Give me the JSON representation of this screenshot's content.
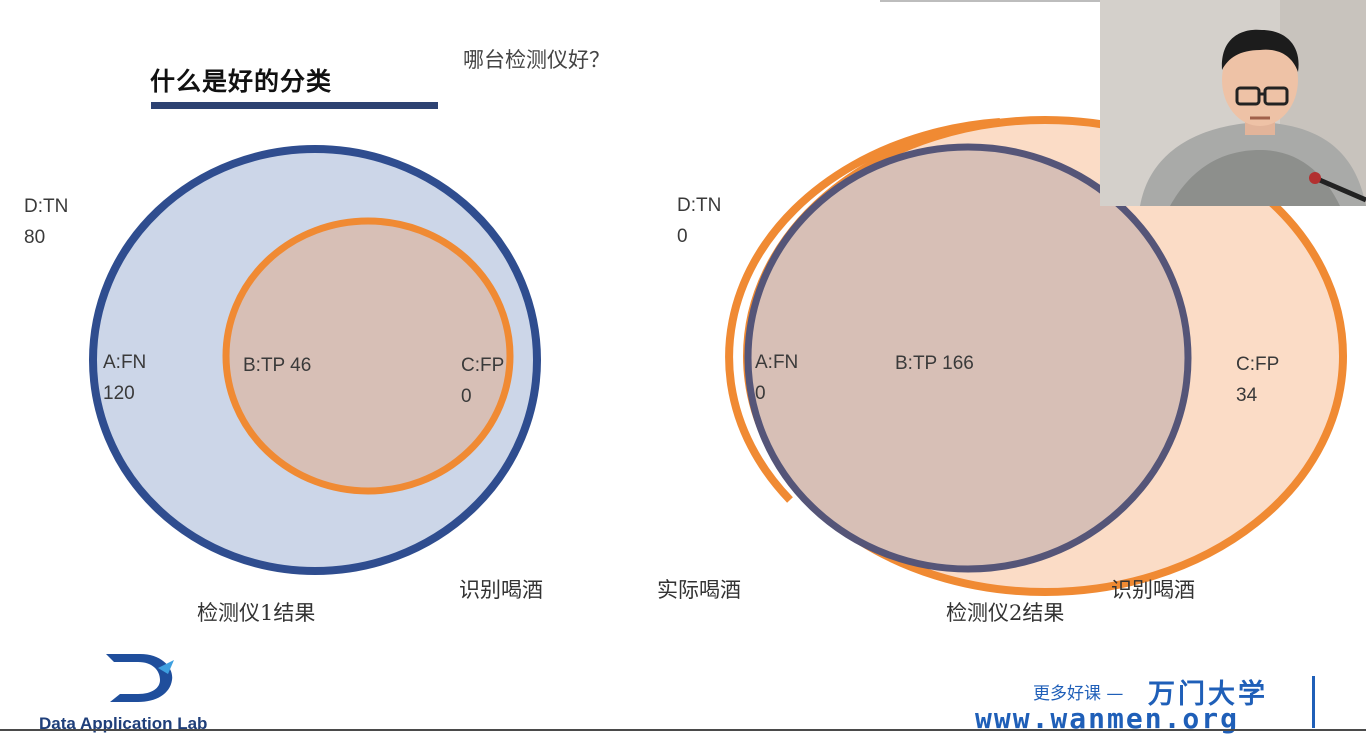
{
  "slide": {
    "title": "什么是好的分类",
    "question": "哪台检测仪好？"
  },
  "diagram1": {
    "tn_label": "D:TN\n80",
    "fn_label": "A:FN\n120",
    "tp_label": "B:TP 46",
    "fp_label": "C:FP\n0",
    "caption_result": "检测仪1结果",
    "caption_identify": "识别喝酒"
  },
  "diagram2": {
    "tn_label": "D:TN\n0",
    "fn_label": "A:FN\n0",
    "tp_label": "B:TP 166",
    "fp_label": "C:FP\n34",
    "caption_actual": "实际喝酒",
    "caption_result": "检测仪2结果",
    "caption_identify": "识别喝酒"
  },
  "colors": {
    "actual_ring": "#2f4d8f",
    "actual_fill": "#ccd6e8",
    "detect_ring": "#f08a33",
    "overlap_fill": "#d7bfb6",
    "detect_fill": "#fbdcc6",
    "actual_ring_2": "#555578"
  },
  "logo": {
    "text": "Data Application Lab"
  },
  "watermark": {
    "tagline": "更多好课 —",
    "brand": "万门大学",
    "url": "www.wanmen.org"
  }
}
